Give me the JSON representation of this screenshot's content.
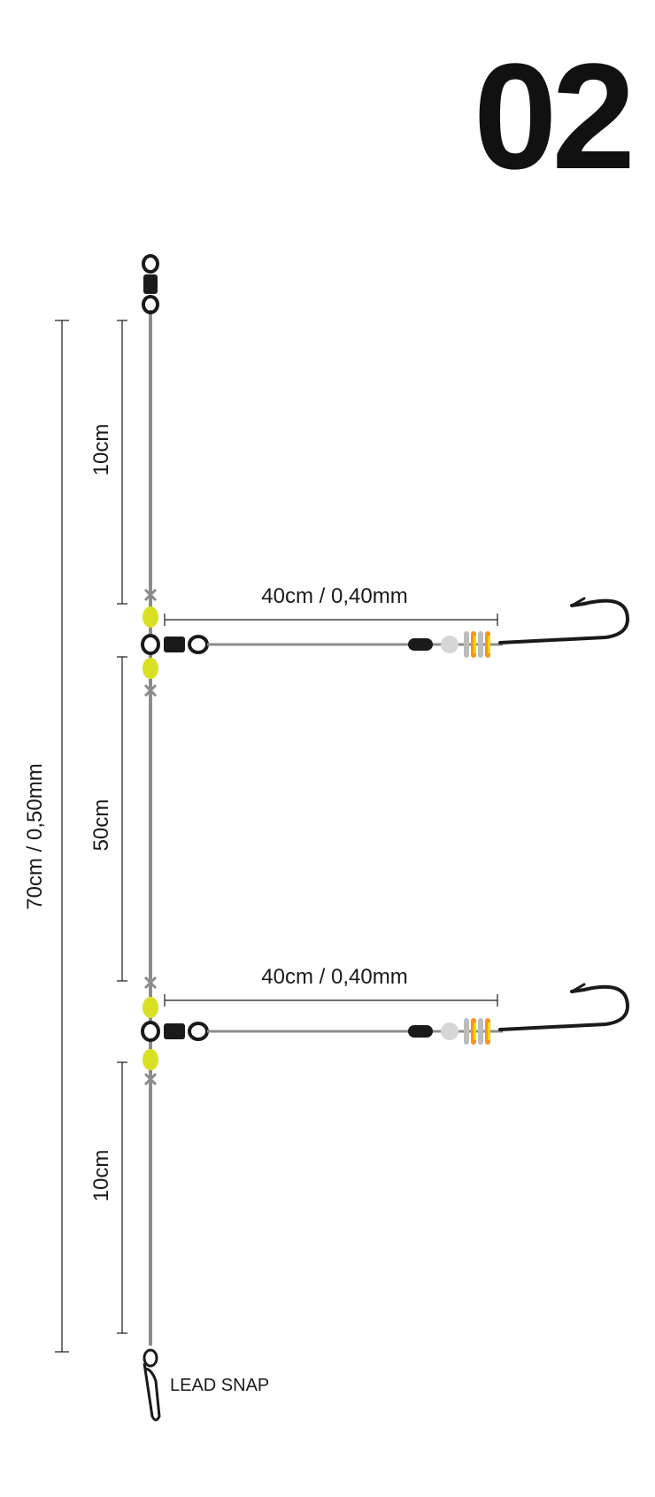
{
  "rig_number": "02",
  "dimensions": {
    "total": "70cm / 0,50mm",
    "top_segment": "10cm",
    "middle_segment": "50cm",
    "bottom_segment": "10cm",
    "upper_dropper": "40cm / 0,40mm",
    "lower_dropper": "40cm / 0,40mm"
  },
  "lead_snap_label": "LEAD SNAP",
  "colors": {
    "line": "#8c8c8c",
    "ink": "#1a1a1a",
    "bead_yellow": "#d9e021",
    "bead_white": "#d6d6d6",
    "flasher_orange": "#f7941d",
    "flasher_yellow": "#ffd200",
    "flasher_grey": "#bdbdbd"
  }
}
